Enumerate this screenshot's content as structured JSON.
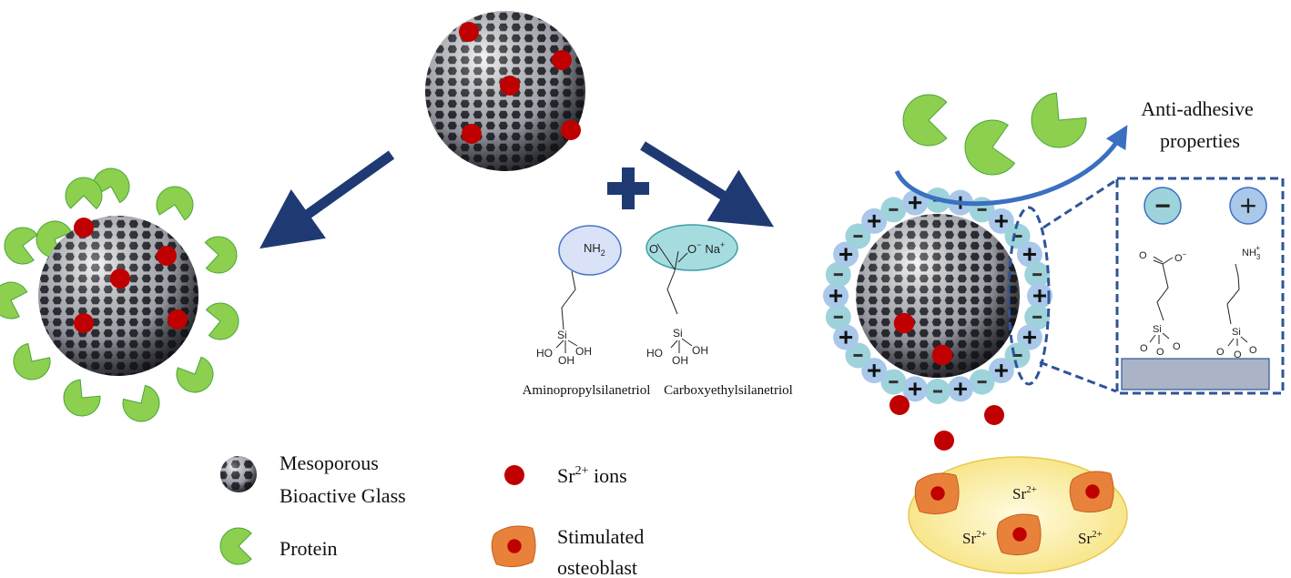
{
  "legend": {
    "mbg_line1": "Mesoporous",
    "mbg_line2": "Bioactive Glass",
    "protein": "Protein",
    "sr_ions": "Sr",
    "sr_ions_sup": "2+",
    "sr_ions_suffix": " ions",
    "osteoblast_line1": "Stimulated",
    "osteoblast_line2": "osteoblast"
  },
  "compounds": {
    "amino": {
      "name": "Aminopropylsilanetriol",
      "group": "NH",
      "group_sub": "2",
      "si": "Si",
      "ho": "HO",
      "oh1": "OH",
      "oh2": "OH"
    },
    "carboxy": {
      "name": "Carboxyethylsilanetriol",
      "o": "O",
      "ominus": "O",
      "ominus_sup": "−",
      "na": "Na",
      "na_sup": "+",
      "si": "Si",
      "ho": "HO",
      "oh1": "OH",
      "oh2": "OH"
    }
  },
  "right_panel": {
    "anti_line1": "Anti-adhesive",
    "anti_line2": "properties",
    "minus_sign": "−",
    "plus_sign": "+",
    "carboxylate_o": "O",
    "carboxylate_ominus": "O",
    "carboxylate_sup": "−",
    "ammonium": "NH",
    "ammonium_sub": "3",
    "ammonium_sup": "+",
    "si": "Si",
    "o": "O"
  },
  "release": {
    "sr": "Sr",
    "sup": "2+"
  },
  "colors": {
    "arrow": "#1f3a73",
    "protein": "#8dcf4f",
    "protein_stroke": "#4aa63a",
    "sr": "#c00000",
    "minus_bead": "#9fd3dc",
    "plus_bead": "#a9c8ea",
    "cell": "#e8823a",
    "dashed": "#2e5597",
    "substrate": "#aab4c6"
  }
}
